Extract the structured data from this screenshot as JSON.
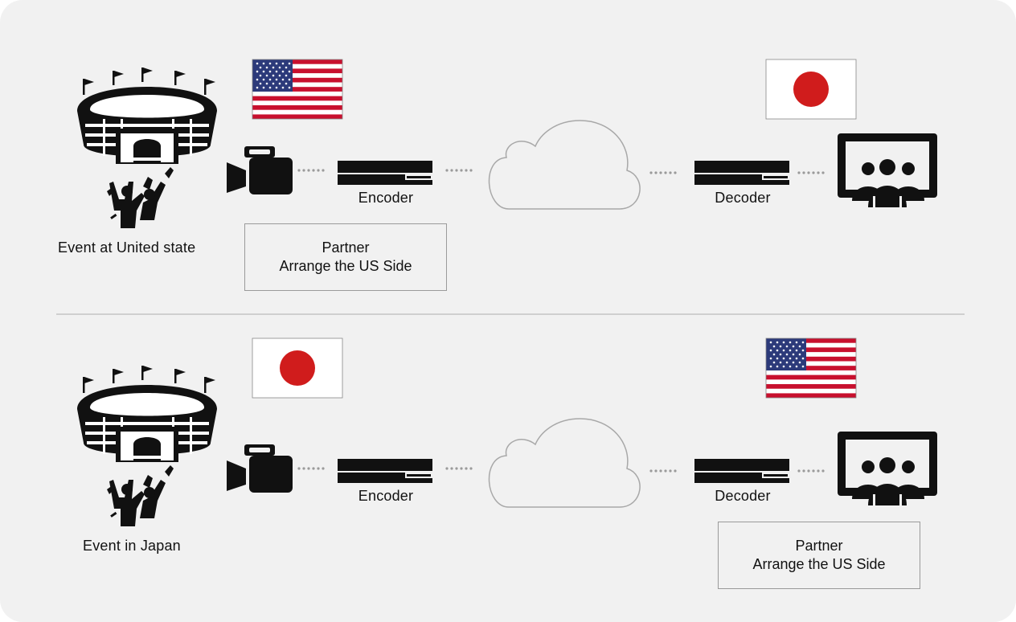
{
  "colors": {
    "panel_bg": "#f1f1f1",
    "icon": "#111111",
    "connector_dots": "#9a9a9a",
    "cloud_outline": "#a8a8a8",
    "usa_red": "#c8102e",
    "usa_blue": "#2c3a7a",
    "japan_red": "#d01c1c"
  },
  "sections": [
    {
      "event_label": "Event at United state",
      "source_flag": "usa-flag",
      "destination_flag": "japan-flag",
      "encoder_label": "Encoder",
      "decoder_label": "Decoder",
      "partner_box": {
        "line1": "Partner",
        "line2": "Arrange the US Side",
        "side": "source"
      }
    },
    {
      "event_label": "Event in Japan",
      "source_flag": "japan-flag",
      "destination_flag": "usa-flag",
      "encoder_label": "Encoder",
      "decoder_label": "Decoder",
      "partner_box": {
        "line1": "Partner",
        "line2": "Arrange the US Side",
        "side": "destination"
      }
    }
  ],
  "icons": [
    "stadium-icon",
    "fans-icon",
    "video-camera-icon",
    "encoder-device-icon",
    "cloud-icon",
    "decoder-device-icon",
    "audience-screen-icon"
  ]
}
